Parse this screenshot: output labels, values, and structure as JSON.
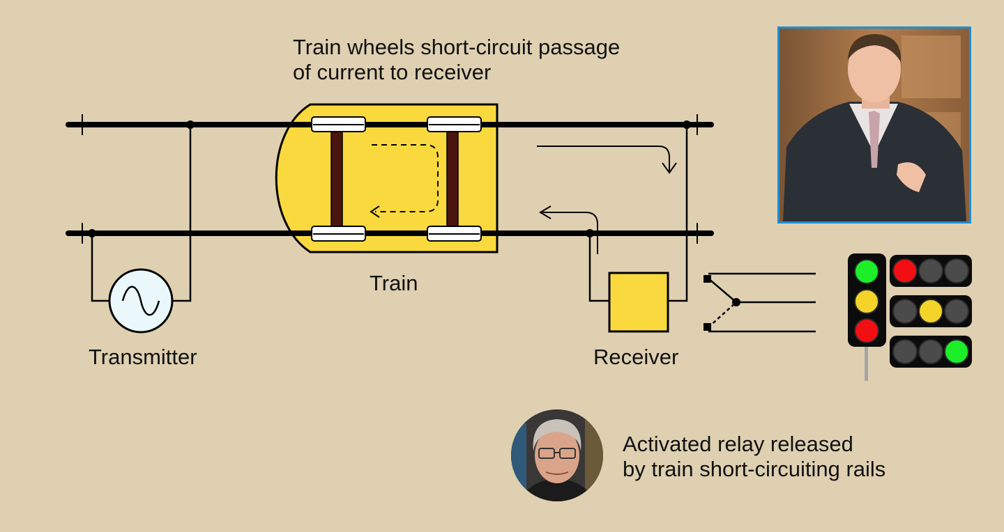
{
  "caption_top": [
    "Train wheels short-circuit passage",
    "of current to receiver"
  ],
  "caption_bottom": [
    "Activated relay released",
    "by train short-circuiting rails"
  ],
  "labels": {
    "train": "Train",
    "transmitter": "Transmitter",
    "receiver": "Receiver"
  },
  "signal_aspects": [
    [
      "red",
      "off",
      "off"
    ],
    [
      "off",
      "yellow",
      "off"
    ],
    [
      "off",
      "off",
      "green"
    ]
  ],
  "main_signal": [
    "green",
    "yellow",
    "red"
  ],
  "colors": {
    "background": "#dfd0b2",
    "train_body": "#f9d93d",
    "axle": "#4a150f",
    "rail": "#000000",
    "receiver_box": "#f9d93d",
    "transmitter_fill": "#eaf8fb",
    "lamp_red": "#f20f13",
    "lamp_yellow": "#f5d42a",
    "lamp_green": "#1cee2a",
    "lamp_off": "#4b4b4b",
    "video_border": "#1e8fd6"
  }
}
